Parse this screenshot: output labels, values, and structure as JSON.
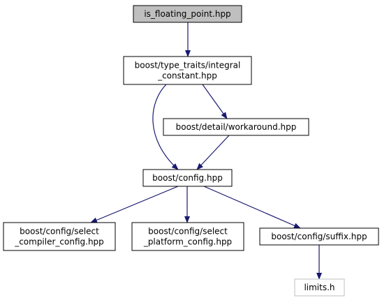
{
  "colors": {
    "edge": "#191970",
    "border": "#000000",
    "border_missing": "#bfbfbf",
    "root_fill": "#bfbfbf",
    "fill": "#ffffff",
    "text": "#000000"
  },
  "nodes": {
    "is_floating_point": {
      "lines": [
        "is_floating_point.hpp"
      ],
      "root": true
    },
    "integral_constant": {
      "lines": [
        "boost/type_traits/integral",
        "_constant.hpp"
      ]
    },
    "workaround": {
      "lines": [
        "boost/detail/workaround.hpp"
      ]
    },
    "config": {
      "lines": [
        "boost/config.hpp"
      ]
    },
    "select_compiler_config": {
      "lines": [
        "boost/config/select",
        "_compiler_config.hpp"
      ]
    },
    "select_platform_config": {
      "lines": [
        "boost/config/select",
        "_platform_config.hpp"
      ]
    },
    "suffix": {
      "lines": [
        "boost/config/suffix.hpp"
      ]
    },
    "limits_h": {
      "lines": [
        "limits.h"
      ],
      "missing": true
    }
  },
  "edges": [
    {
      "from": "is_floating_point",
      "to": "integral_constant"
    },
    {
      "from": "integral_constant",
      "to": "config"
    },
    {
      "from": "integral_constant",
      "to": "workaround"
    },
    {
      "from": "workaround",
      "to": "config"
    },
    {
      "from": "config",
      "to": "select_compiler_config"
    },
    {
      "from": "config",
      "to": "select_platform_config"
    },
    {
      "from": "config",
      "to": "suffix"
    },
    {
      "from": "suffix",
      "to": "limits_h"
    }
  ]
}
